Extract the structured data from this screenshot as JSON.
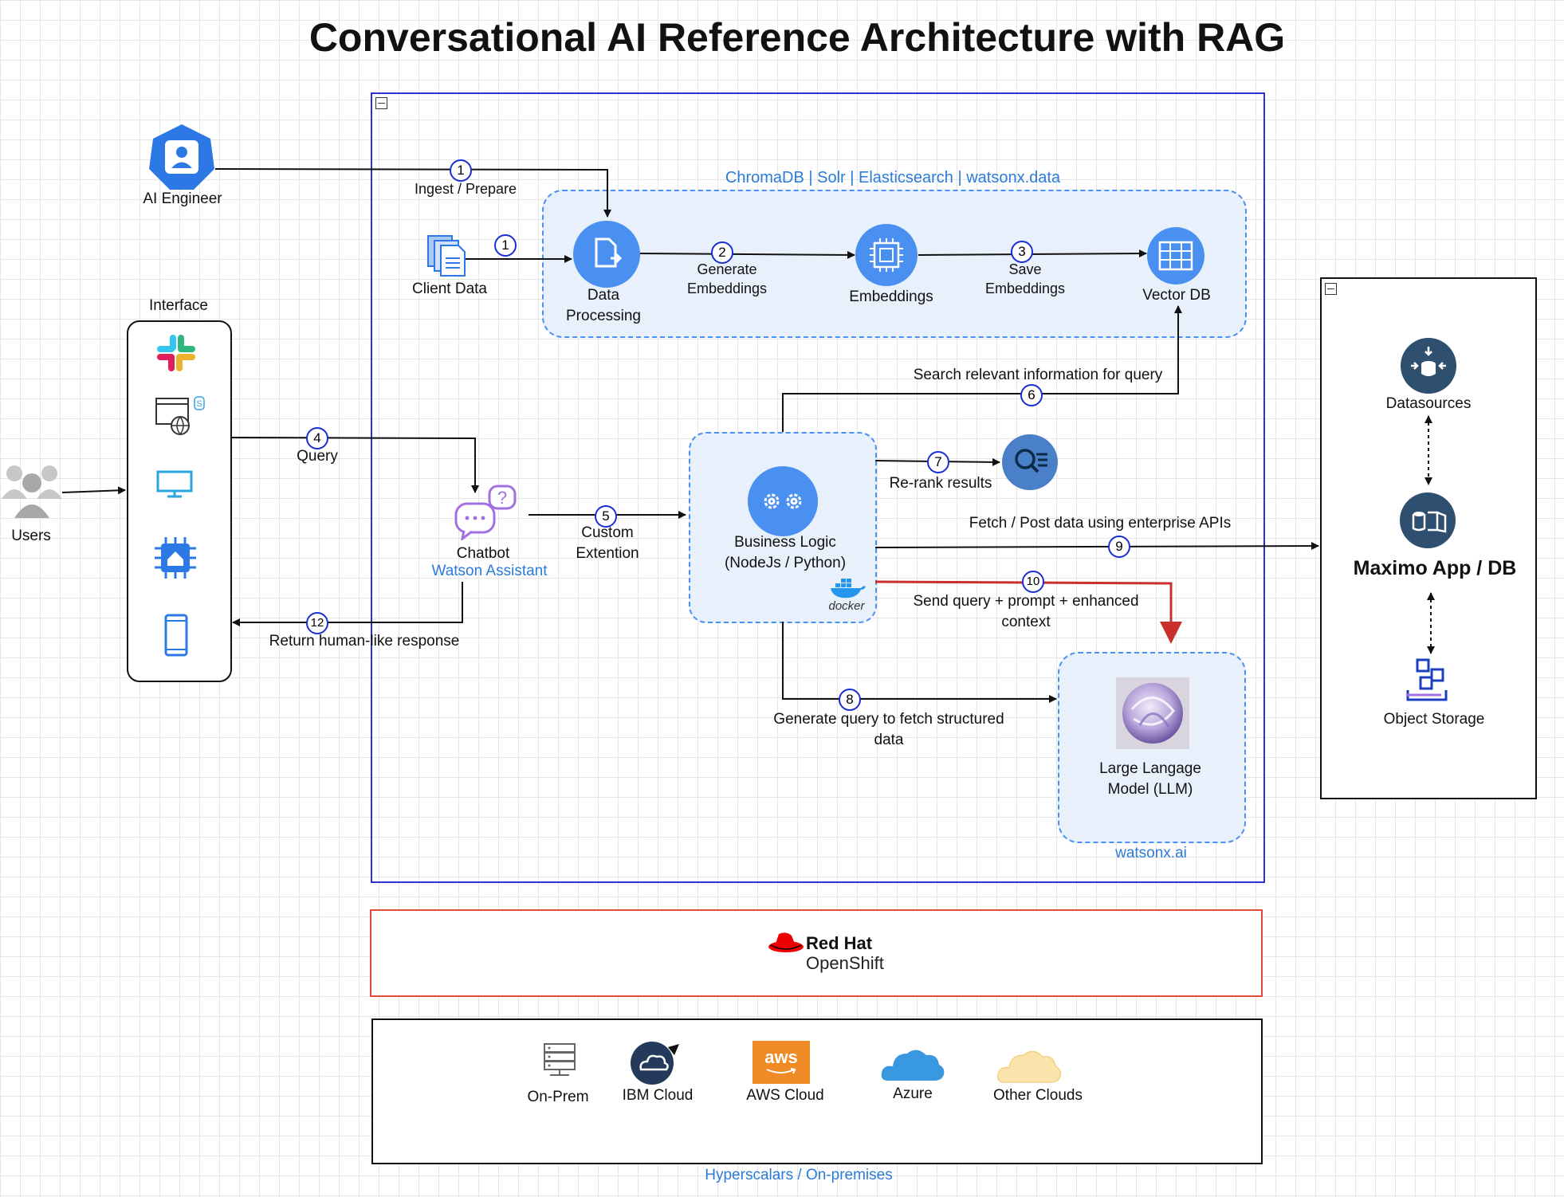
{
  "title": "Conversational AI Reference Architecture with RAG",
  "actors": {
    "ai_engineer": "AI Engineer",
    "users": "Users",
    "client_data": "Client Data"
  },
  "interface": {
    "label": "Interface"
  },
  "vector_group": {
    "caption": "ChromaDB | Solr | Elasticsearch | watsonx.data",
    "data_processing": "Data Processing",
    "embeddings": "Embeddings",
    "vector_db": "Vector DB"
  },
  "chatbot": {
    "label": "Chatbot",
    "product": "Watson Assistant"
  },
  "business_logic": {
    "label": "Business Logic (NodeJs / Python)",
    "docker": "docker"
  },
  "llm": {
    "label": "Large Langage Model (LLM)",
    "product": "watsonx.ai"
  },
  "enterprise": {
    "datasources": "Datasources",
    "maximo": "Maximo App / DB",
    "object_storage": "Object Storage"
  },
  "platform": {
    "red": "Red Hat",
    "openshift": "OpenShift"
  },
  "hosting": {
    "caption": "Hyperscalars / On-premises",
    "items": [
      "On-Prem",
      "IBM Cloud",
      "AWS Cloud",
      "Azure",
      "Other Clouds"
    ],
    "aws_logo": "aws"
  },
  "steps": [
    {
      "num": "1",
      "label": "Ingest / Prepare"
    },
    {
      "num": "1",
      "label": ""
    },
    {
      "num": "2",
      "label": "Generate Embeddings"
    },
    {
      "num": "3",
      "label": "Save Embeddings"
    },
    {
      "num": "4",
      "label": "Query"
    },
    {
      "num": "5",
      "label": "Custom Extention"
    },
    {
      "num": "6",
      "label": "Search relevant information for query"
    },
    {
      "num": "7",
      "label": "Re-rank results"
    },
    {
      "num": "8",
      "label": "Generate query to fetch structured data"
    },
    {
      "num": "9",
      "label": "Fetch / Post data using enterprise APIs"
    },
    {
      "num": "10",
      "label": "Send query + prompt + enhanced context"
    },
    {
      "num": "12",
      "label": "Return human-like response"
    }
  ],
  "colors": {
    "main_frame": "#2e2fcf",
    "accent_blue": "#4a90f0",
    "group_fill": "#e8f1fb",
    "red_arrow": "#c8302c",
    "openshift_border": "#e04b3c"
  }
}
